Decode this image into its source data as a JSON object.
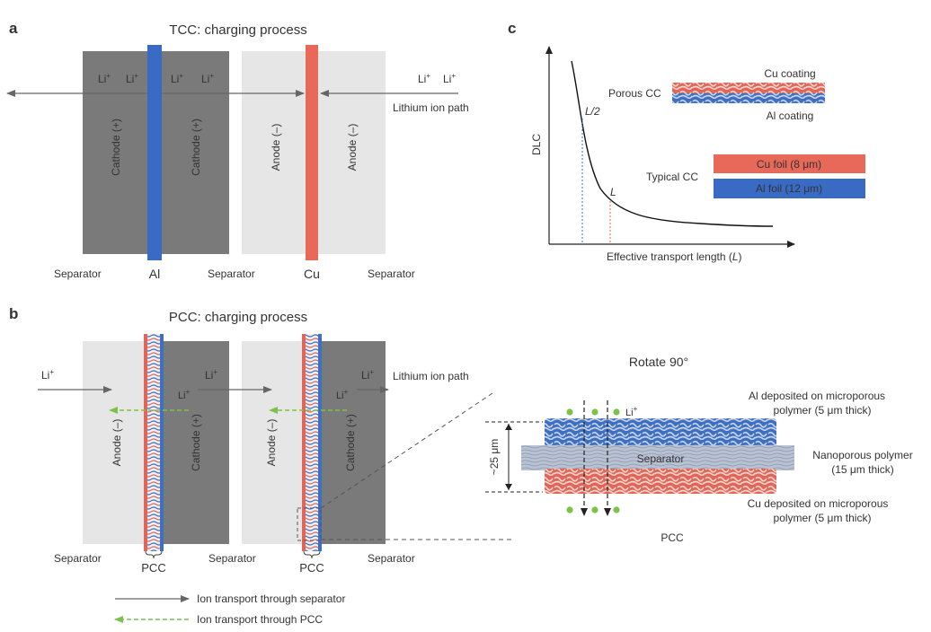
{
  "panel_a": {
    "letter": "a",
    "title": "TCC: charging process",
    "li": "Li",
    "plus": "+",
    "cathode": "Cathode (+)",
    "anode": "Anode (–)",
    "al": "Al",
    "cu": "Cu",
    "separator": "Separator",
    "path_label": "Lithium ion path",
    "colors": {
      "al": "#3a6bc4",
      "cu": "#e8695a",
      "cathode": "#7a7a7a",
      "anode": "#e6e6e6"
    }
  },
  "panel_b": {
    "letter": "b",
    "title": "PCC: charging process",
    "li": "Li",
    "plus": "+",
    "cathode": "Cathode (+)",
    "anode": "Anode (–)",
    "separator": "Separator",
    "pcc": "PCC",
    "path_label": "Lithium ion path",
    "rotate": "Rotate 90°",
    "thickness": "~25 μm",
    "separator_inner": "Separator",
    "al_layer": "Al deposited on microporous",
    "al_layer_2": "polymer (5 μm thick)",
    "nano": "Nanoporous polymer",
    "nano_2": "(15 μm thick)",
    "cu_layer": "Cu deposited on microporous",
    "cu_layer_2": "polymer (5 μm thick)",
    "pcc_bottom": "PCC",
    "legend_solid": "Ion transport through separator",
    "legend_dashed": "Ion transport through PCC",
    "colors": {
      "green": "#7cc24a"
    }
  },
  "panel_c": {
    "letter": "c",
    "ylabel": "DLC",
    "xlabel": "Effective transport length (",
    "xlabel_var": "L",
    "xlabel_end": ")",
    "half_label": "L/2",
    "l_label": "L",
    "porous": "Porous CC",
    "cu_coating": "Cu coating",
    "al_coating": "Al coating",
    "typical": "Typical CC",
    "cu_foil": "Cu foil (8 μm)",
    "al_foil": "Al foil (12 μm)"
  }
}
